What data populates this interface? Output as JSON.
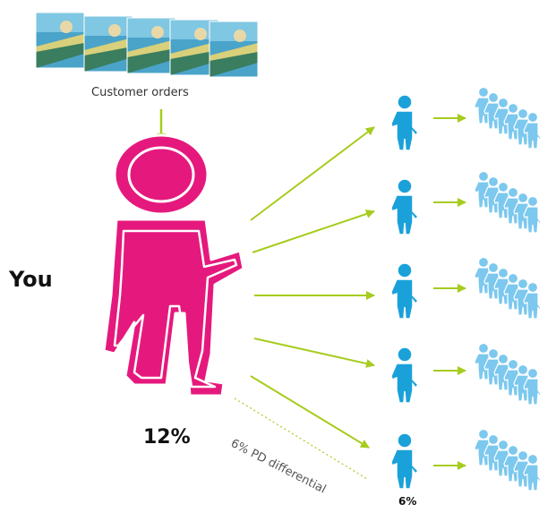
{
  "orders_label": "Customer orders",
  "you_label": "You",
  "you_percent": "12%",
  "differential_label": "6% PD differential",
  "downline_percent": "6%",
  "colors": {
    "you": "#e5197d",
    "downline": "#1aa1d9",
    "downline_light": "#7cc8ee",
    "arrow": "#a6cc1e"
  }
}
